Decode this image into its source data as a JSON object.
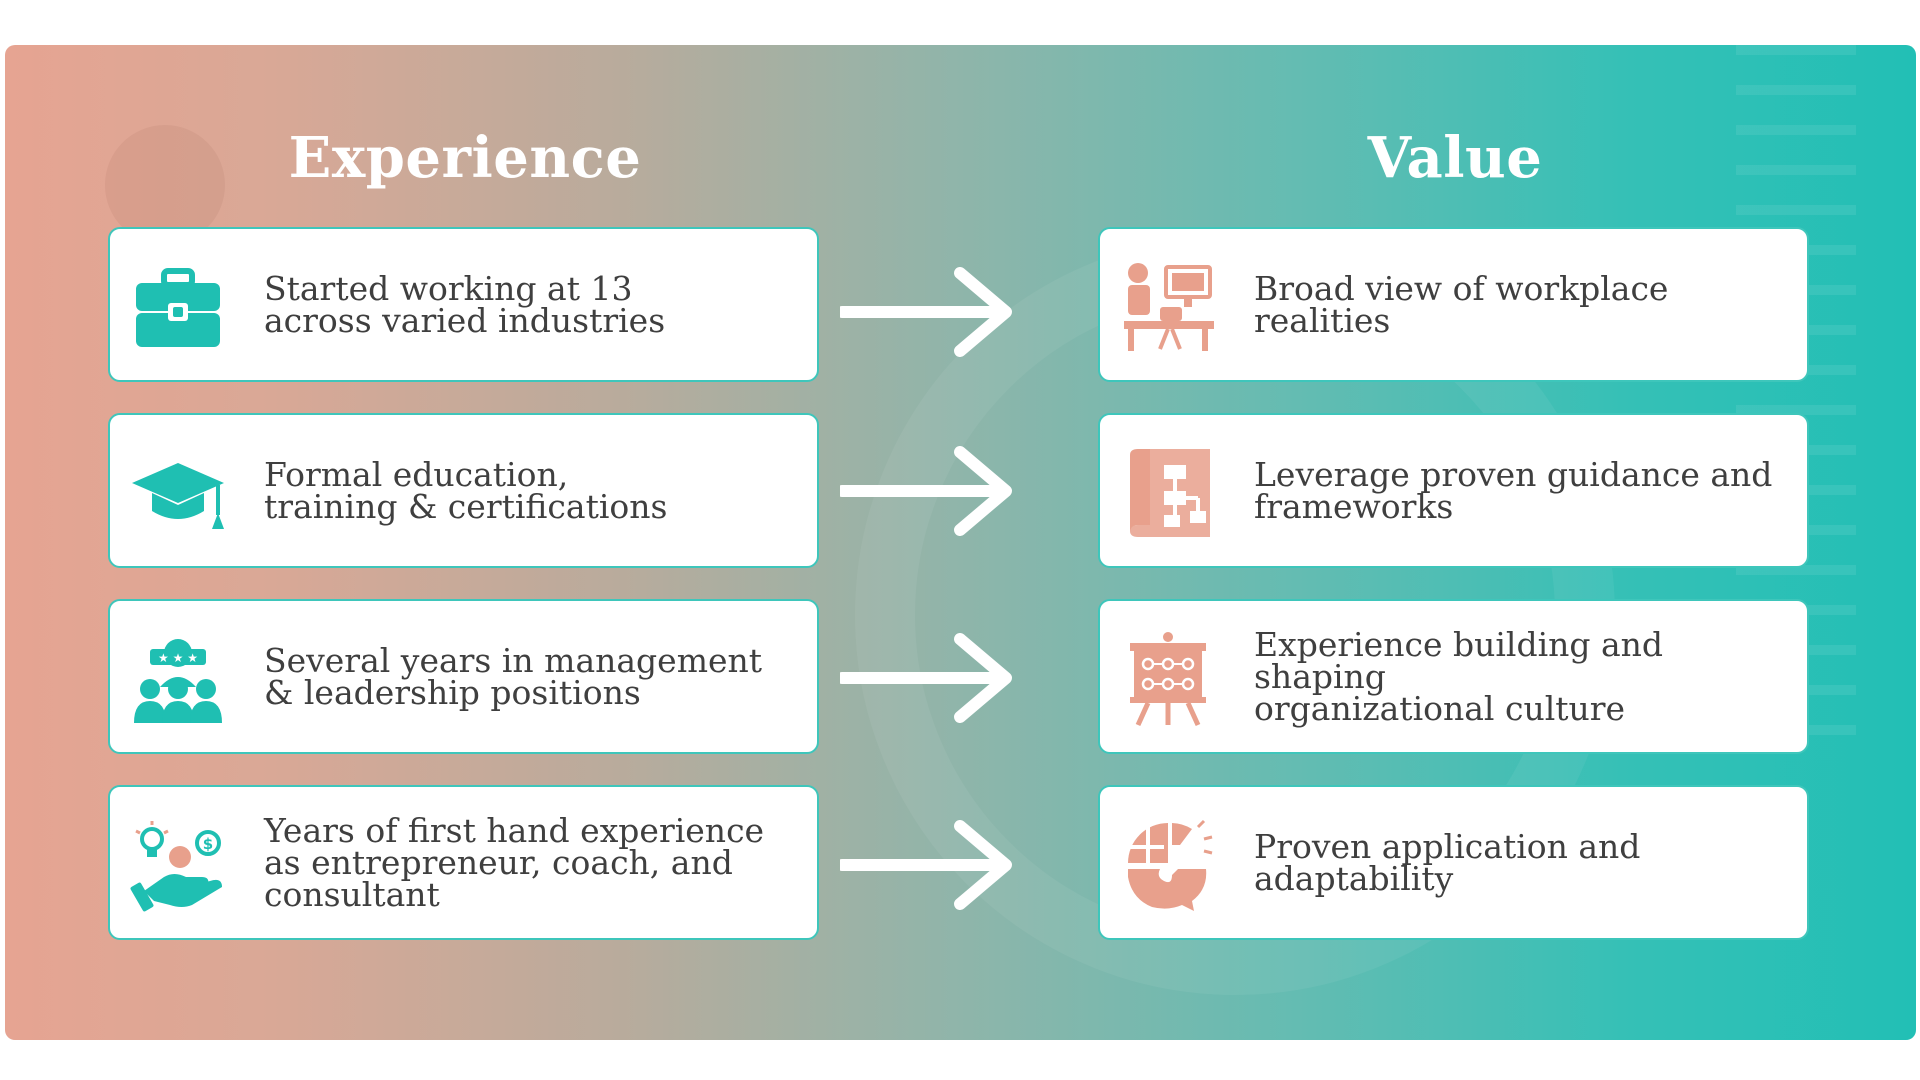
{
  "titles": {
    "experience": "Experience",
    "value": "Value"
  },
  "experience": [
    {
      "icon": "briefcase-icon",
      "text": "Started working at 13\nacross varied industries"
    },
    {
      "icon": "graduation-cap-icon",
      "text": "Formal education,\ntraining & certifications"
    },
    {
      "icon": "team-leader-icon",
      "text": "Several years in management\n& leadership positions"
    },
    {
      "icon": "idea-money-hand-icon",
      "text": "Years of first hand experience\nas entrepreneur, coach, and\nconsultant"
    }
  ],
  "value": [
    {
      "icon": "workplace-desk-icon",
      "text": "Broad view of workplace realities"
    },
    {
      "icon": "flowchart-blueprint-icon",
      "text": "Leverage proven guidance and\nframeworks"
    },
    {
      "icon": "strategy-board-icon",
      "text": "Experience building and shaping\norganizational culture"
    },
    {
      "icon": "puzzle-speech-icon",
      "text": "Proven application and\nadaptability"
    }
  ],
  "colors": {
    "teal": "#1fbfb2",
    "salmon": "#e8a08c",
    "text": "#3f3f3f",
    "card_border": "#3ec6bb"
  }
}
